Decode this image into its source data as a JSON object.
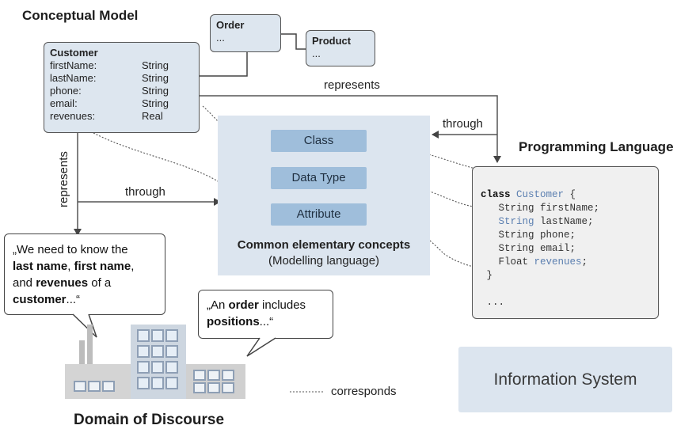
{
  "titles": {
    "conceptual_model": "Conceptual Model",
    "programming_language": "Programming Language",
    "domain_of_discourse": "Domain of Discourse"
  },
  "customer": {
    "name": "Customer",
    "attributes": [
      {
        "name": "firstName:",
        "type": "String"
      },
      {
        "name": "lastName:",
        "type": "String"
      },
      {
        "name": "phone:",
        "type": "String"
      },
      {
        "name": "email:",
        "type": "String"
      },
      {
        "name": "revenues:",
        "type": "Real"
      }
    ]
  },
  "order": {
    "name": "Order",
    "body": "..."
  },
  "product": {
    "name": "Product",
    "body": "..."
  },
  "labels": {
    "represents_top": "represents",
    "through_right": "through",
    "represents_left": "represents",
    "through_left": "through",
    "corresponds": "corresponds"
  },
  "concepts": {
    "items": [
      "Class",
      "Data Type",
      "Attribute"
    ],
    "caption_bold": "Common elementary concepts",
    "caption": "(Modelling language)"
  },
  "code": {
    "kw_class": "class",
    "class_name": "Customer",
    "brace_open": " {",
    "line1": "   String firstName;",
    "line2_type": "   String",
    "line2_rest": " lastName;",
    "line3": "   String phone;",
    "line4": "   String email;",
    "line5_type": "   Float",
    "line5_field": " revenues",
    "line5_end": ";",
    "close": " }",
    "more": " ..."
  },
  "bubble1": {
    "p1": "„We need to know the",
    "b1": "last name",
    "p2": ", ",
    "b2": "first name",
    "p3": ",",
    "p4": "and ",
    "b3": "revenues",
    "p5": " of a",
    "b4": "customer",
    "p6": "...“"
  },
  "bubble2": {
    "p1": "„An ",
    "b1": "order",
    "p2": " includes",
    "b2": "positions",
    "p3": "...“"
  },
  "information_system": "Information System",
  "colors": {
    "panel": "#dce5ef",
    "concept": "#9fbedb",
    "entity": "#dde6ef",
    "highlight": "#5b7fb0"
  }
}
